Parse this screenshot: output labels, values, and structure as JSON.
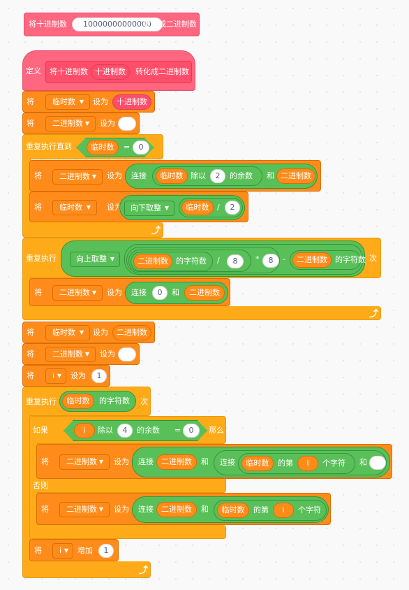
{
  "call_block": {
    "label_pre": "将十进制数",
    "value": "10000000000000",
    "label_post": "转化成二进制数"
  },
  "define_block": {
    "label": "定义",
    "proto_pre": "将十进制数",
    "param": "十进制数",
    "proto_post": "转化成二进制数"
  },
  "kw": {
    "set": "将",
    "to": "设为",
    "repeat_until": "重复执行直到",
    "repeat": "重复执行",
    "times": "次",
    "if": "如果",
    "then": "那么",
    "else": "否则",
    "change": "增加",
    "by": "增加"
  },
  "vars": {
    "tmp": "临时数",
    "bin": "二进制数",
    "i": "i",
    "dec": "十进制数"
  },
  "ops": {
    "join": "连接",
    "mod": "除以",
    "mod_tail": "的余数",
    "and": "和",
    "floor": "向下取整",
    "ceil": "向上取整",
    "length": "的字符数",
    "letter_of": "的第",
    "letter_tail": "个字符",
    "eq": "=",
    "div": "/",
    "mul": "*",
    "sub": "-"
  },
  "nums": {
    "zero": "0",
    "two": "2",
    "eight": "8",
    "four": "4",
    "one": "1",
    "empty": ""
  }
}
